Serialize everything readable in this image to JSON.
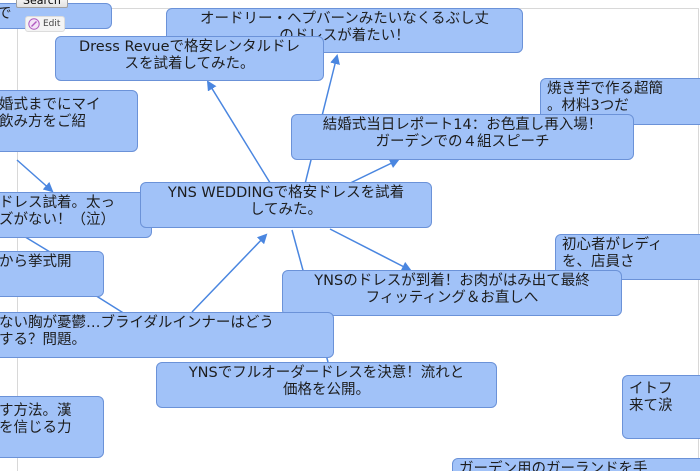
{
  "toolbar": {
    "search_label": "Search",
    "edit_label": "Edit"
  },
  "icons": {
    "edit": "edit-icon"
  },
  "colors": {
    "node_fill": "#a1c2f8",
    "node_border": "#6b92d8",
    "edge": "#4a86e0",
    "background": "#ffffff"
  },
  "nodes": [
    {
      "id": "n-top-left",
      "text": "で"
    },
    {
      "id": "n-audrey",
      "text": "オードリー・ヘプバーンみたいなくるぶし丈\nのドレスが着たい！"
    },
    {
      "id": "n-dress-revue",
      "text": "Dress Revueで格安レンタルドレ\nスを試着してみた。"
    },
    {
      "id": "n-yakiimo",
      "text": "焼き芋で作る超簡\n。材料3つだ"
    },
    {
      "id": "n-mai",
      "text": "婚式までにマイ\n飲み方をご紹"
    },
    {
      "id": "n-report14",
      "text": "結婚式当日レポート14：お色直し再入場！\nガーデンでの４組スピーチ"
    },
    {
      "id": "n-shichaku",
      "text": "ドレス試着。太っ\nズがない！（泣）"
    },
    {
      "id": "n-center",
      "text": "YNS WEDDINGで格安ドレスを試着\nしてみた。"
    },
    {
      "id": "n-shoshinsha",
      "text": "初心者がレディ\nを、店員さ"
    },
    {
      "id": "n-kyoshiki",
      "text": "から挙式開"
    },
    {
      "id": "n-yns-arrive",
      "text": "YNSのドレスが到着！お肉がはみ出て最終\nフィッティング＆お直しへ"
    },
    {
      "id": "n-innner",
      "text": "ない胸が憂鬱…ブライダルインナーはどう\nする？問題。"
    },
    {
      "id": "n-full-order",
      "text": "YNSでフルオーダードレスを決意！流れと\n価格を公開。"
    },
    {
      "id": "n-itofu",
      "text": "イトフ\n来て涙"
    },
    {
      "id": "n-kanpo",
      "text": "す方法。漢\nを信じる力"
    },
    {
      "id": "n-garden",
      "text": "ガーデン用のガーランドを手"
    }
  ]
}
